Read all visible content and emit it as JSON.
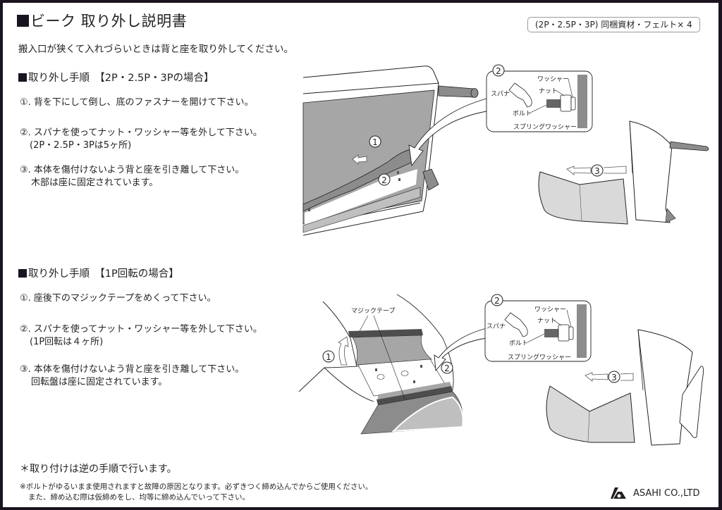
{
  "document": {
    "title": "ビーク 取り外し説明書",
    "badge": "(2P・2.5P・3P) 同梱資材・フェルト× 4",
    "intro": "搬入口が狭くて入れづらいときは背と座を取り外してください。"
  },
  "sections": [
    {
      "heading": "取り外し手順　【2P・2.5P・3Pの場合】",
      "steps": [
        {
          "text": "①. 背を下にして倒し、底のファスナーを開けて下さい。",
          "sub": ""
        },
        {
          "text": "②. スパナを使ってナット・ワッシャー等を外して下さい。",
          "sub": "(2P・2.5P・3Pは5ヶ所)"
        },
        {
          "text": "③. 本体を傷付けないよう背と座を引き離して下さい。",
          "sub": "木部は座に固定されています。"
        }
      ]
    },
    {
      "heading": "取り外し手順　【1P回転の場合】",
      "steps": [
        {
          "text": "①. 座後下のマジックテープをめくって下さい。",
          "sub": ""
        },
        {
          "text": "②. スパナを使ってナット・ワッシャー等を外して下さい。",
          "sub": "(1P回転は４ヶ所)"
        },
        {
          "text": "③. 本体を傷付けないよう背と座を引き離して下さい。",
          "sub": "回転盤は座に固定されています。"
        }
      ]
    }
  ],
  "illustration": {
    "step_markers": [
      "1",
      "2",
      "3"
    ],
    "hardware_callout": {
      "washer": "ワッシャー",
      "nut": "ナット",
      "spanner": "スパナ",
      "bolt": "ボルト",
      "spring_washer": "スプリングワッシャー"
    },
    "velcro_label": "マジックテープ"
  },
  "footer": {
    "reassembly_note": "＊取り付けは逆の手順で行います。",
    "caution_line1": "※ボルトがゆるいまま使用されますと故障の原因となります。必ずきつく締め込んでからご使用ください。",
    "caution_line2": "また、締め込む際は仮締めをし、均等に締め込んでいって下さい。",
    "company": "ASAHI CO.,LTD"
  },
  "colors": {
    "frame": "#1a1320",
    "fabric_dark": "#8c8c8c",
    "fabric_mid": "#a6a6a6",
    "fabric_light": "#d9d9d9",
    "velcro": "#4d4d4d"
  }
}
